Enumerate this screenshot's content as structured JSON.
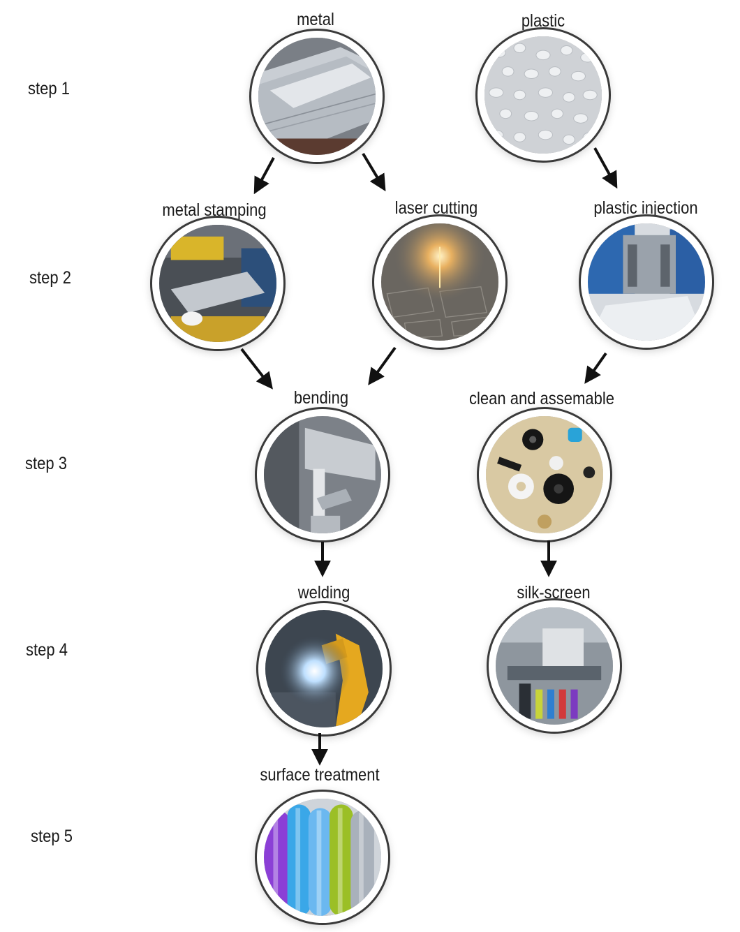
{
  "steps": [
    {
      "label": "step 1"
    },
    {
      "label": "step 2"
    },
    {
      "label": "step 3"
    },
    {
      "label": "step 4"
    },
    {
      "label": "step 5"
    }
  ],
  "nodes": {
    "metal": {
      "label": "metal",
      "icon": "metal-sheets-photo"
    },
    "plastic": {
      "label": "plastic",
      "icon": "plastic-pellets-photo"
    },
    "metal_stamping": {
      "label": "metal stamping",
      "icon": "stamping-press-photo"
    },
    "laser_cutting": {
      "label": "laser cutting",
      "icon": "laser-cutter-photo"
    },
    "plastic_injection": {
      "label": "plastic injection",
      "icon": "injection-machine-photo"
    },
    "bending": {
      "label": "bending",
      "icon": "press-brake-photo"
    },
    "clean_assemble": {
      "label": "clean and assemable",
      "icon": "plastic-parts-photo"
    },
    "welding": {
      "label": "welding",
      "icon": "welding-robot-photo"
    },
    "silk_screen": {
      "label": "silk-screen",
      "icon": "screen-printer-photo"
    },
    "surface_treatment": {
      "label": "surface treatment",
      "icon": "anodized-profiles-photo"
    }
  },
  "edges": [
    {
      "from": "metal",
      "to": "metal_stamping"
    },
    {
      "from": "metal",
      "to": "laser_cutting"
    },
    {
      "from": "plastic",
      "to": "plastic_injection"
    },
    {
      "from": "metal_stamping",
      "to": "bending"
    },
    {
      "from": "laser_cutting",
      "to": "bending"
    },
    {
      "from": "plastic_injection",
      "to": "clean_assemble"
    },
    {
      "from": "bending",
      "to": "welding"
    },
    {
      "from": "clean_assemble",
      "to": "silk_screen"
    },
    {
      "from": "welding",
      "to": "surface_treatment"
    }
  ],
  "colors": {
    "text": "#1a1a1a",
    "ring": "#3a3a3a",
    "arrow": "#111111"
  }
}
